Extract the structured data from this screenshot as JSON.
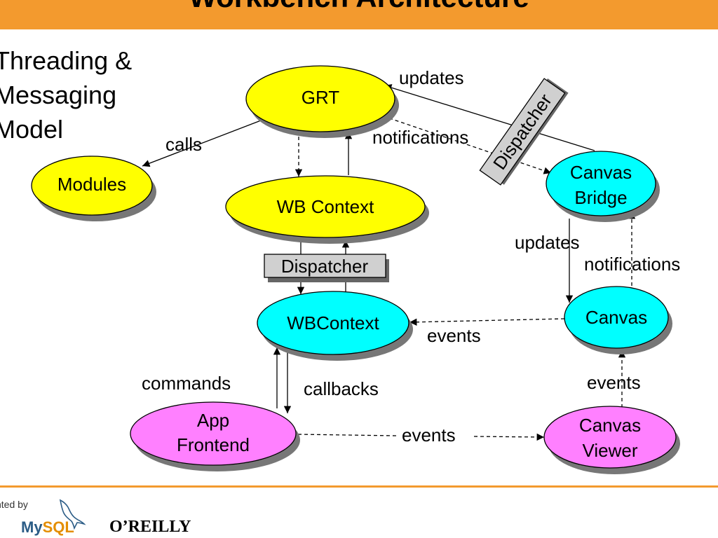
{
  "title": "Workbench Architecture",
  "subtitle": [
    "Threading &",
    "Messaging",
    "Model"
  ],
  "colors": {
    "title_bar": "#F39A2E",
    "core_node": "#FFFF00",
    "bridge_node": "#00FFFF",
    "frontend_node": "#FF80FF",
    "dispatcher_box": "#D0D0D0"
  },
  "nodes": {
    "grt": "GRT",
    "modules": "Modules",
    "wb_context_core": "WB Context",
    "wbcontext_bridge": "WBContext",
    "canvas_bridge": [
      "Canvas",
      "Bridge"
    ],
    "canvas": "Canvas",
    "app_frontend": [
      "App",
      "Frontend"
    ],
    "canvas_viewer": [
      "Canvas",
      "Viewer"
    ]
  },
  "dispatchers": {
    "middle": "Dispatcher",
    "rotated": "Dispatcher"
  },
  "edge_labels": {
    "updates_grt": "updates",
    "notifications_grt": "notifications",
    "calls": "calls",
    "updates_canvas": "updates",
    "notifications_canvas": "notifications",
    "events_canvas_wbcontext": "events",
    "events_viewer_canvas": "events",
    "commands": "commands",
    "callbacks": "callbacks",
    "events_frontend_viewer": "events"
  },
  "footer": {
    "presented": "nted by",
    "mysql_part1": "My",
    "mysql_part2": "SQL",
    "oreilly": "O’REILLY"
  }
}
